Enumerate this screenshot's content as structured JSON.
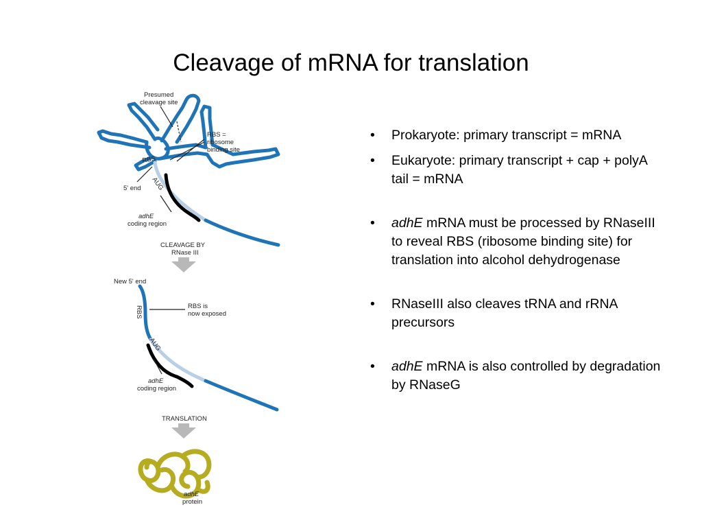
{
  "title": "Cleavage of mRNA for translation",
  "figure": {
    "presumed_cleavage_site": [
      "Presumed",
      "cleavage site"
    ],
    "rbs_def": [
      "RBS =",
      "ribosome",
      "binding site"
    ],
    "rbs": "RBS",
    "aug": "AUG",
    "five_end": "5' end",
    "adhe": "adhE",
    "coding_region": "coding region",
    "cleavage_by": [
      "CLEAVAGE BY",
      "RNase III"
    ],
    "new_five_end": "New 5' end",
    "rbs_exposed": [
      "RBS is",
      "now exposed"
    ],
    "translation": "TRANSLATION",
    "protein": "protein",
    "colors": {
      "rna": "#1f74b8",
      "rbs_region": "#b9cfe6",
      "coding": "#000000",
      "protein": "#b5ac1f",
      "arrow": "#b8b8b8"
    }
  },
  "bullets": [
    {
      "bullet": "•",
      "italic": "",
      "text": "Prokaryote: primary transcript = mRNA"
    },
    {
      "bullet": "•",
      "italic": "",
      "text": "Eukaryote: primary transcript + cap + polyA tail = mRNA"
    },
    {
      "bullet": "•",
      "italic": "adhE",
      "text": " mRNA must be processed by RNaseIII to reveal RBS (ribosome binding site) for translation into alcohol dehydrogenase"
    },
    {
      "bullet": "•",
      "italic": "",
      "text": "RNaseIII also cleaves tRNA and rRNA precursors"
    },
    {
      "bullet": "•",
      "italic": "adhE",
      "text": " mRNA is also controlled by degradation by RNaseG"
    }
  ]
}
